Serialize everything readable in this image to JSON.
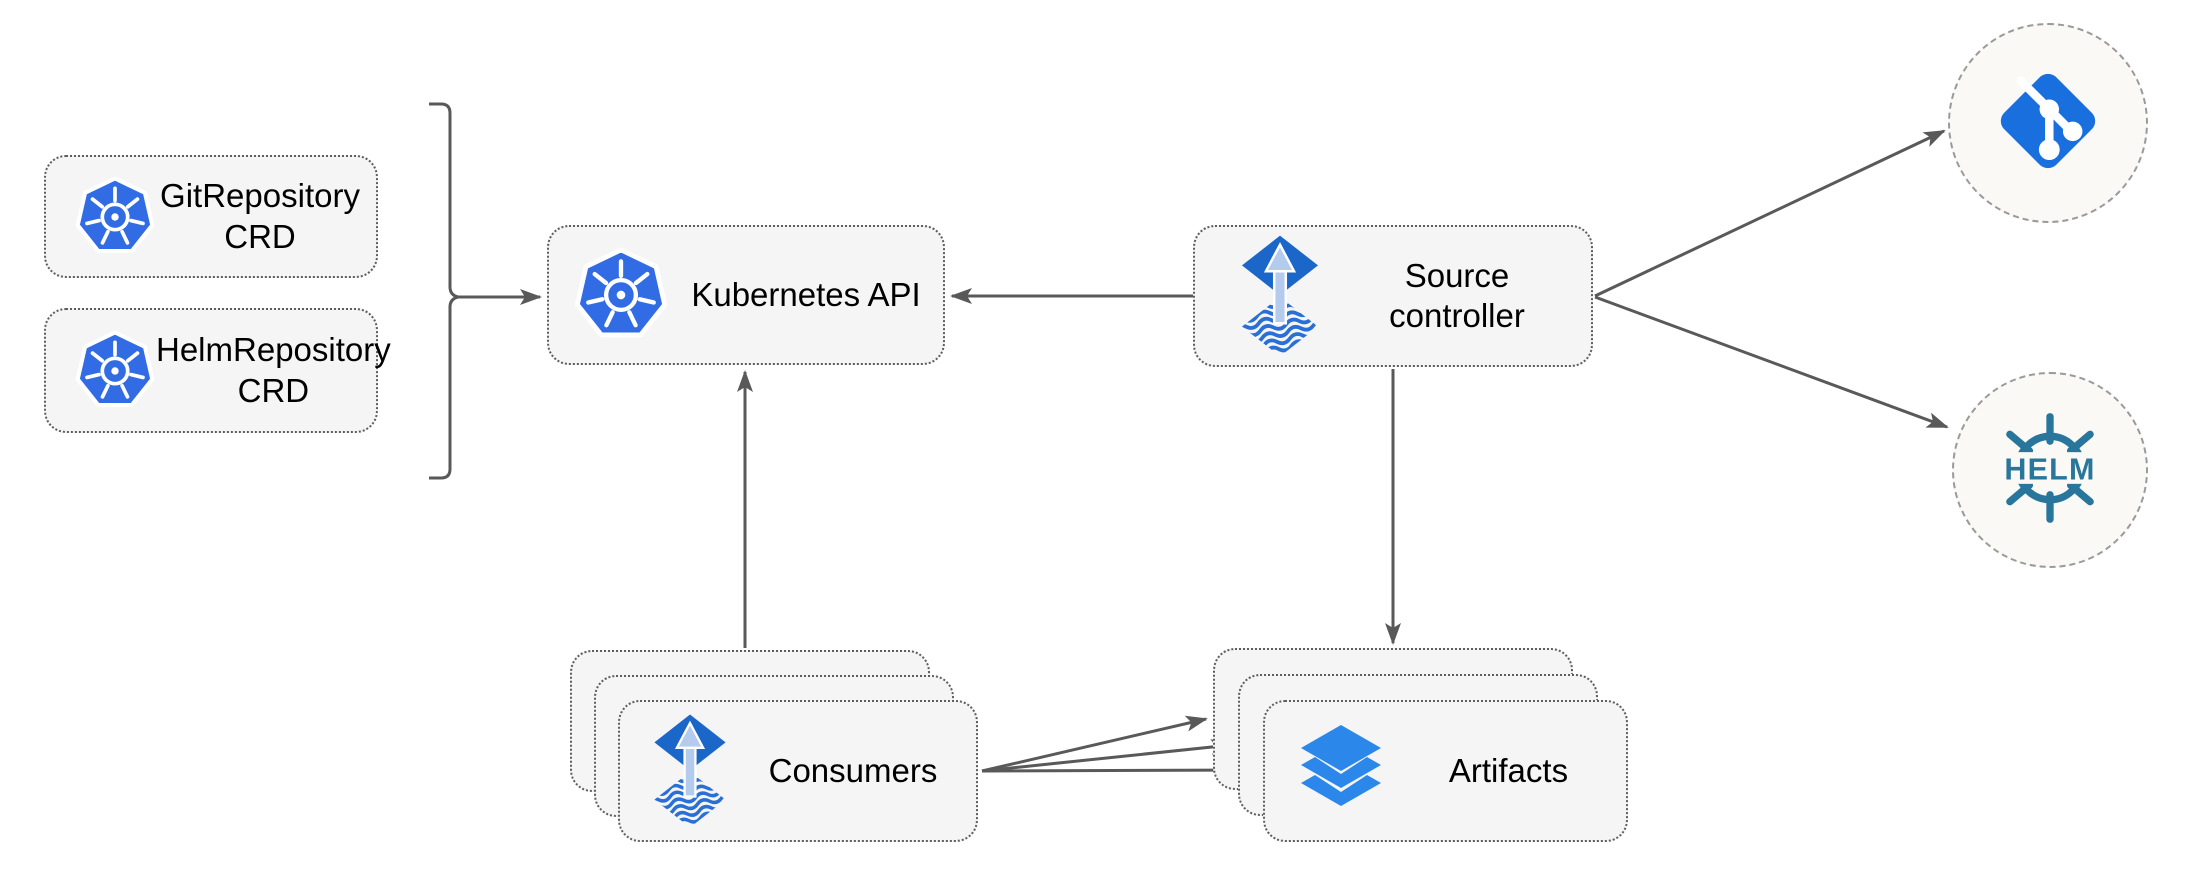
{
  "nodes": {
    "git_crd": {
      "label": "GitRepository CRD"
    },
    "helm_crd": {
      "label": "HelmRepository CRD"
    },
    "k8s_api": {
      "label": "Kubernetes API"
    },
    "source_controller": {
      "label": "Source controller"
    },
    "consumers": {
      "label": "Consumers"
    },
    "artifacts": {
      "label": "Artifacts"
    },
    "helm_hub": {
      "label": "HELM"
    }
  },
  "colors": {
    "kubernetes_blue": "#326ce5",
    "flux_blue": "#1b66c9",
    "flux_arrow_light": "#b5cbed",
    "flux_wave_blue": "#2a6fd6",
    "git_blue": "#1a6fdf",
    "helm_teal": "#28769c",
    "layers_blue": "#2b87ea",
    "node_fill": "#f5f5f5",
    "node_border": "#5e5e5e",
    "circle_fill": "#faf9f6",
    "circle_border": "#9a9a9a",
    "arrow": "#595959",
    "text": "#000000"
  }
}
